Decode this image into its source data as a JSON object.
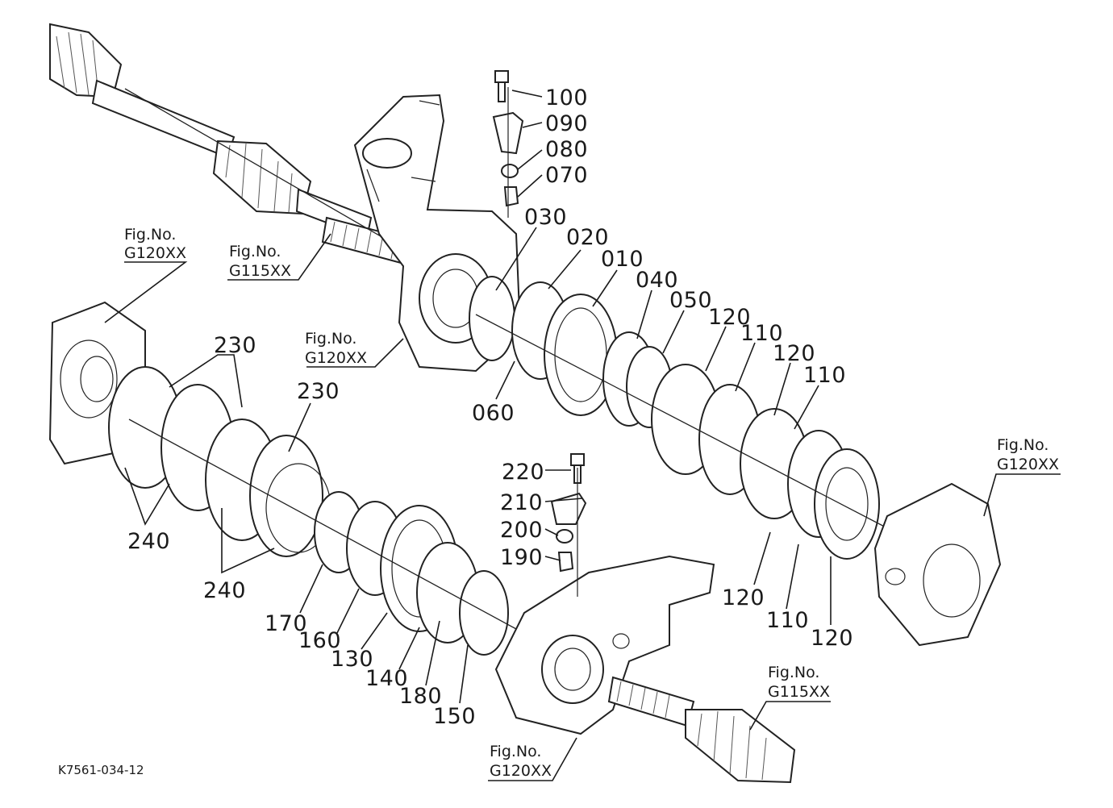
{
  "diagram_code": "K7561-034-12",
  "part_labels": {
    "p100": "100",
    "p090": "090",
    "p080": "080",
    "p070": "070",
    "p030": "030",
    "p020": "020",
    "p010": "010",
    "p040": "040",
    "p050": "050",
    "p120a": "120",
    "p110a": "110",
    "p120b": "120",
    "p110b": "110",
    "p060": "060",
    "p230a": "230",
    "p230b": "230",
    "p240a": "240",
    "p240b": "240",
    "p220": "220",
    "p210": "210",
    "p200": "200",
    "p190": "190",
    "p170": "170",
    "p160": "160",
    "p130": "130",
    "p140": "140",
    "p180": "180",
    "p150": "150",
    "p120c": "120",
    "p110c": "110",
    "p120d": "120"
  },
  "fig_refs": [
    {
      "title": "Fig.No.",
      "code": "G120XX"
    },
    {
      "title": "Fig.No.",
      "code": "G115XX"
    },
    {
      "title": "Fig.No.",
      "code": "G120XX"
    },
    {
      "title": "Fig.No.",
      "code": "G120XX"
    },
    {
      "title": "Fig.No.",
      "code": "G115XX"
    },
    {
      "title": "Fig.No.",
      "code": "G120XX"
    }
  ]
}
